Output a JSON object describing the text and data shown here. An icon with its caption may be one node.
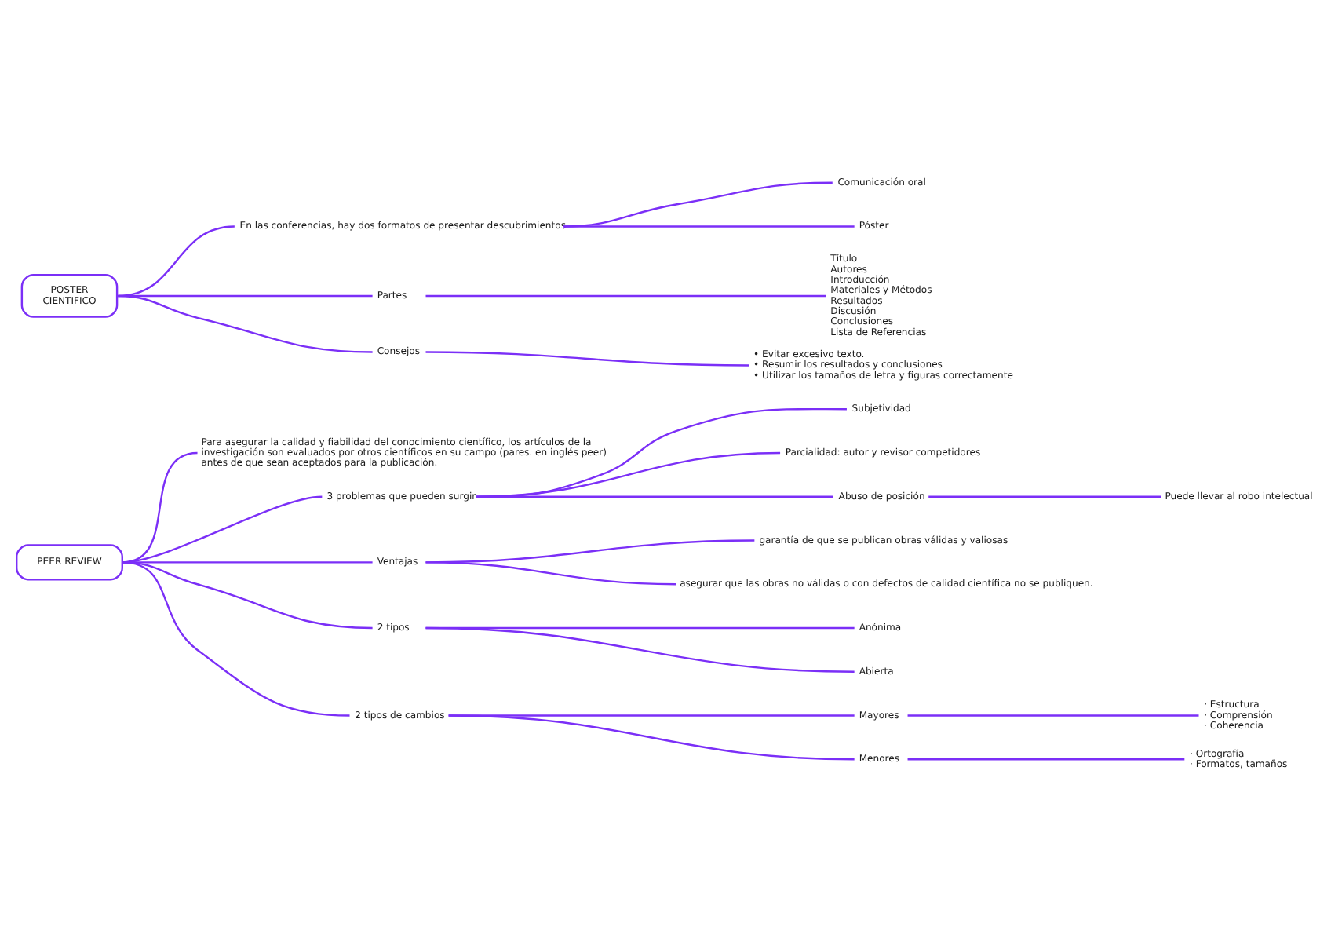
{
  "diagram": {
    "nodes": [
      {
        "text": [
          "POSTER CIENTIFICO"
        ]
      },
      {
        "text": [
          "En las conferencias, hay dos formatos de presentar descubrimientos"
        ]
      },
      {
        "text": [
          "Comunicación oral"
        ]
      },
      {
        "text": [
          "Póster"
        ]
      },
      {
        "text": [
          "Partes"
        ]
      },
      {
        "text": [
          "Título",
          "Autores",
          "Introducción",
          "Materiales y Métodos",
          "Resultados",
          "Discusión",
          "Conclusiones",
          "Lista de Referencias"
        ]
      },
      {
        "text": [
          "Consejos"
        ]
      },
      {
        "text": [
          "• Evitar excesivo texto.",
          "• Resumir los resultados y conclusiones",
          "• Utilizar los tamaños de letra y figuras correctamente"
        ]
      },
      {
        "text": [
          "PEER REVIEW"
        ]
      },
      {
        "text": [
          "Para asegurar la calidad y fiabilidad del conocimiento científico, los artículos de la investigación son evaluados por otros científicos en su campo (pares. en inglés peer) antes de que sean aceptados para la publicación."
        ]
      },
      {
        "text": [
          "3 problemas que pueden surgir"
        ]
      },
      {
        "text": [
          "Subjetividad"
        ]
      },
      {
        "text": [
          "Parcialidad: autor y revisor competidores"
        ]
      },
      {
        "text": [
          "Abuso de posición"
        ]
      },
      {
        "text": [
          "Puede llevar al robo intelectual"
        ]
      },
      {
        "text": [
          "Ventajas"
        ]
      },
      {
        "text": [
          "garantía de que se publican obras válidas y valiosas"
        ]
      },
      {
        "text": [
          "asegurar que las obras no válidas o con defectos de calidad científica no se publiquen."
        ]
      },
      {
        "text": [
          "2 tipos"
        ]
      },
      {
        "text": [
          "Anónima"
        ]
      },
      {
        "text": [
          "Abierta"
        ]
      },
      {
        "text": [
          "2 tipos de cambios"
        ]
      },
      {
        "text": [
          "Mayores"
        ]
      },
      {
        "text": [
          "· Estructura",
          "· Comprensión",
          "· Coherencia"
        ]
      },
      {
        "text": [
          "Menores"
        ]
      },
      {
        "text": [
          "· Ortografía",
          "· Formatos, tamaños"
        ]
      }
    ],
    "edges": [
      {
        "from": 0,
        "to": 1,
        "arrow": "none"
      },
      {
        "from": 1,
        "to": 2,
        "arrow": "none"
      },
      {
        "from": 1,
        "to": 3,
        "arrow": "none"
      },
      {
        "from": 0,
        "to": 4,
        "arrow": "none"
      },
      {
        "from": 4,
        "to": 5,
        "arrow": "none"
      },
      {
        "from": 0,
        "to": 6,
        "arrow": "none"
      },
      {
        "from": 6,
        "to": 7,
        "arrow": "none"
      },
      {
        "from": 8,
        "to": 9,
        "arrow": "none"
      },
      {
        "from": 8,
        "to": 10,
        "arrow": "none"
      },
      {
        "from": 10,
        "to": 11,
        "arrow": "none"
      },
      {
        "from": 10,
        "to": 12,
        "arrow": "none"
      },
      {
        "from": 10,
        "to": 13,
        "arrow": "none"
      },
      {
        "from": 13,
        "to": 14,
        "arrow": "none"
      },
      {
        "from": 8,
        "to": 15,
        "arrow": "none"
      },
      {
        "from": 15,
        "to": 16,
        "arrow": "none"
      },
      {
        "from": 15,
        "to": 17,
        "arrow": "none"
      },
      {
        "from": 8,
        "to": 18,
        "arrow": "none"
      },
      {
        "from": 18,
        "to": 19,
        "arrow": "none"
      },
      {
        "from": 18,
        "to": 20,
        "arrow": "none"
      },
      {
        "from": 8,
        "to": 21,
        "arrow": "none"
      },
      {
        "from": 21,
        "to": 22,
        "arrow": "none"
      },
      {
        "from": 21,
        "to": 24,
        "arrow": "none"
      },
      {
        "from": 22,
        "to": 23,
        "arrow": "none"
      },
      {
        "from": 24,
        "to": 25,
        "arrow": "none"
      }
    ]
  }
}
